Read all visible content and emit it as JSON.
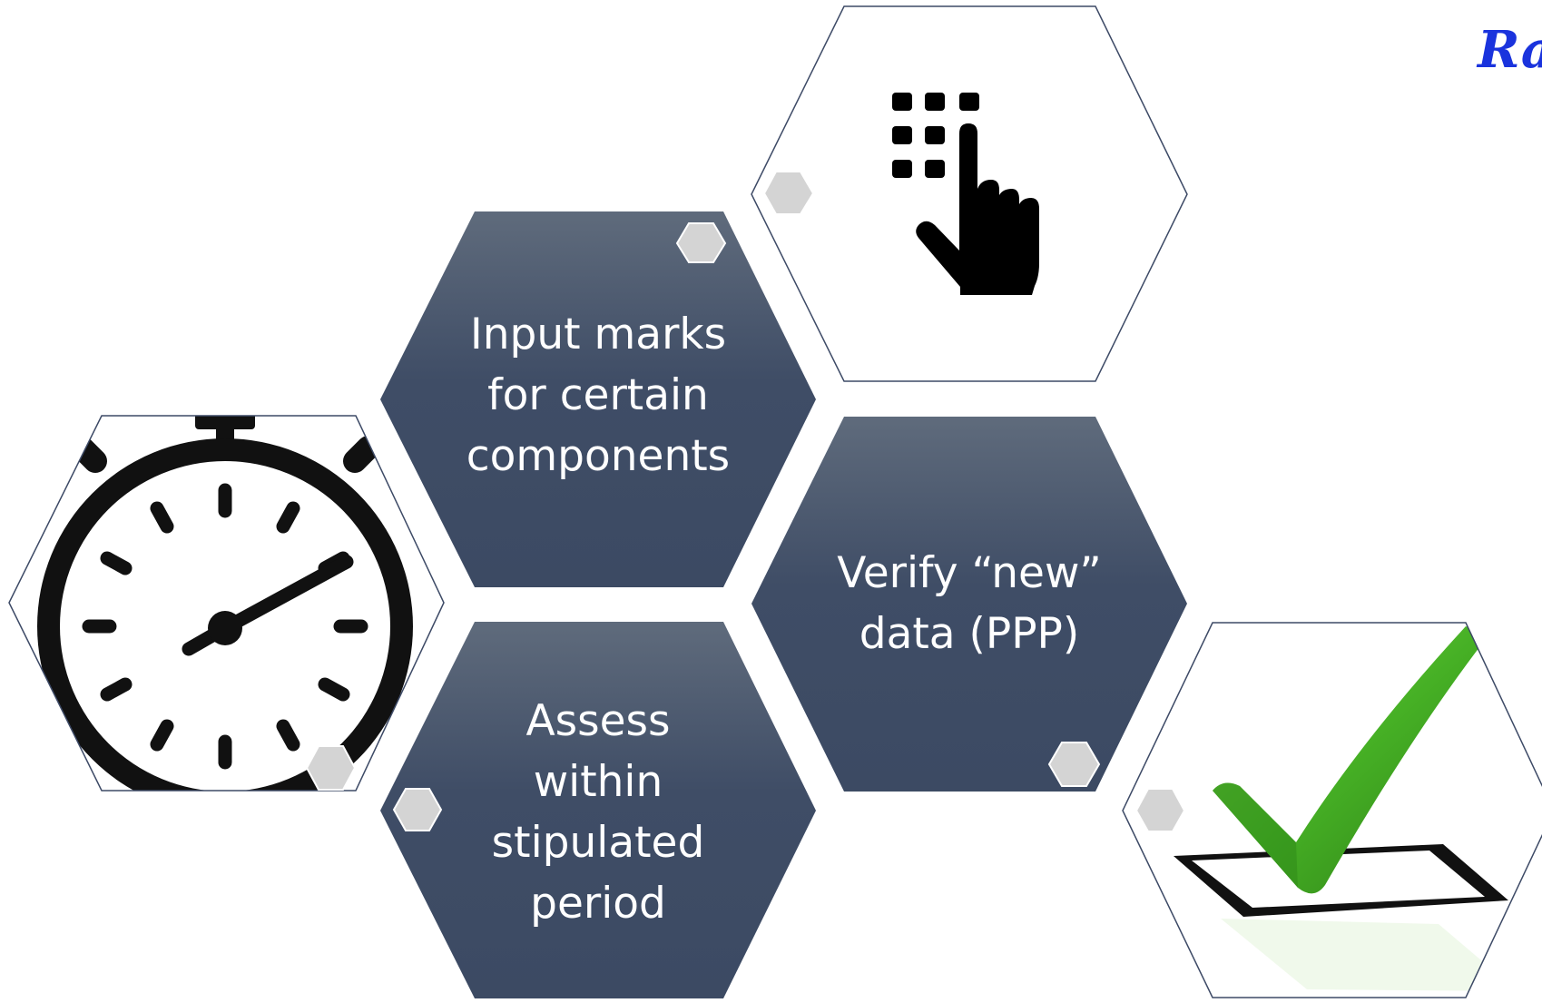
{
  "diagram": {
    "corner_text": "Ra",
    "steps": [
      {
        "label": "Input marks\nfor certain\ncomponents"
      },
      {
        "label": "Verify “new”\ndata (PPP)"
      },
      {
        "label": "Assess\nwithin\nstipulated\nperiod"
      }
    ],
    "icons": [
      "keypad-touch-icon",
      "stopwatch-icon",
      "checkmark-box-icon"
    ],
    "colors": {
      "hex_fill_top": "#5f6b7c",
      "hex_fill_bottom": "#3c4a63",
      "outline": "#3d4a66",
      "small_hex": "#d4d4d4",
      "check_green": "#46b025",
      "title_blue": "#1a33dd"
    }
  }
}
